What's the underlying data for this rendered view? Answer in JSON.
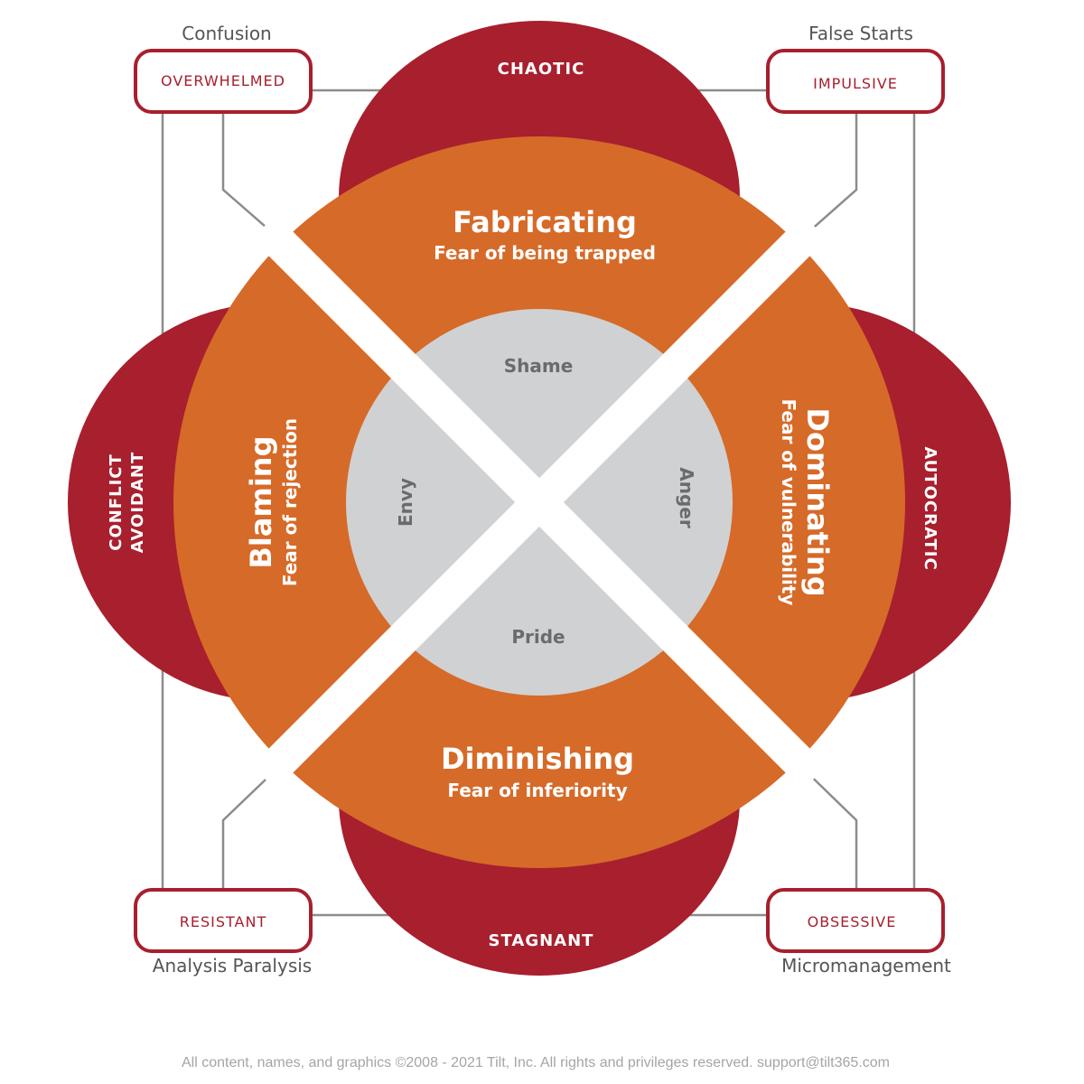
{
  "colors": {
    "crimson": "#A81F2E",
    "orange": "#D66A28",
    "gray": "#D0D1D3",
    "gray_text": "#6B6B6B",
    "line": "#8C8C8C",
    "white": "#FFFFFF"
  },
  "lobes": {
    "top": "CHAOTIC",
    "bottom": "STAGNANT",
    "left_line1": "CONFLICT",
    "left_line2": "AVOIDANT",
    "right": "AUTOCRATIC"
  },
  "sectors": {
    "top": {
      "title": "Fabricating",
      "subtitle": "Fear of being trapped"
    },
    "right": {
      "title": "Dominating",
      "subtitle": "Fear of vulnerability"
    },
    "bottom": {
      "title": "Diminishing",
      "subtitle": "Fear of inferiority"
    },
    "left": {
      "title": "Blaming",
      "subtitle": "Fear of rejection"
    }
  },
  "core": {
    "top": "Shame",
    "right": "Anger",
    "bottom": "Pride",
    "left": "Envy"
  },
  "corners": {
    "top_left": {
      "box": "OVERWHELMED",
      "caption": "Confusion"
    },
    "top_right": {
      "box": "IMPULSIVE",
      "caption": "False Starts"
    },
    "bottom_left": {
      "box": "RESISTANT",
      "caption": "Analysis Paralysis"
    },
    "bottom_right": {
      "box": "OBSESSIVE",
      "caption": "Micromanagement"
    }
  },
  "footer": "All content, names, and graphics ©2008 - 2021 Tilt, Inc. All rights and privileges reserved. support@tilt365.com"
}
